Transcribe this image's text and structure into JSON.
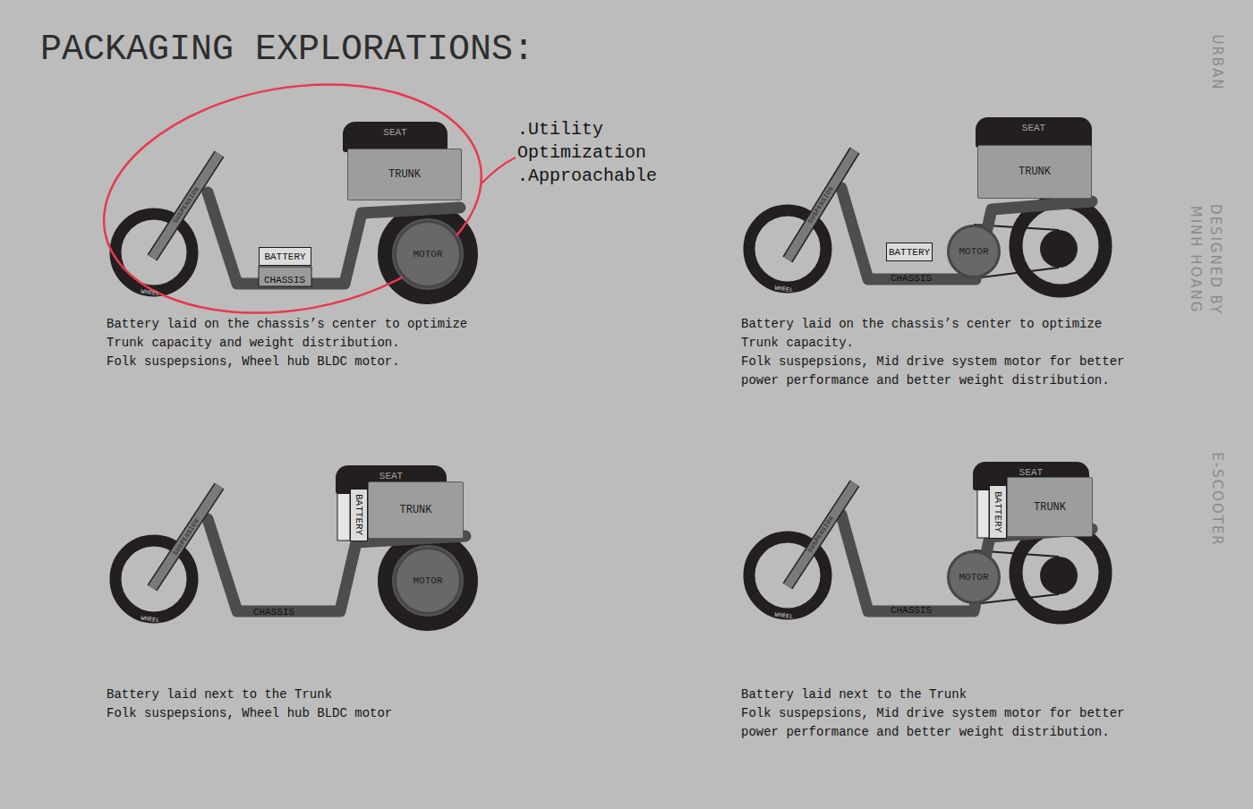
{
  "diagram": {
    "title": "PACKAGING EXPLORATIONS:",
    "nodes": [
      {
        "text": [
          "SEAT"
        ]
      },
      {
        "text": [
          "TRUNK"
        ]
      },
      {
        "text": [
          "BATTERY"
        ]
      },
      {
        "text": [
          "MOTOR"
        ]
      },
      {
        "text": [
          "SEAT"
        ]
      },
      {
        "text": [
          "TRUNK"
        ]
      },
      {
        "text": [
          "BATTERY"
        ]
      },
      {
        "text": [
          "MOTOR"
        ]
      },
      {
        "text": [
          "SEAT"
        ]
      },
      {
        "text": [
          "BATTERY"
        ]
      },
      {
        "text": [
          "TRUNK"
        ]
      },
      {
        "text": [
          "MOTOR"
        ]
      },
      {
        "text": [
          "SEAT"
        ]
      },
      {
        "text": [
          "BATTERY"
        ]
      },
      {
        "text": [
          "TRUNK"
        ]
      },
      {
        "text": [
          "MOTOR"
        ]
      }
    ],
    "labels": [
      ".Utility Optimization",
      ".Approachable",
      "URBAN",
      "DESIGNED BY MINH HOANG",
      "E-SCOOTER",
      "SUSPENSION",
      "WHEEL",
      "CHASSIS",
      "Battery laid on the chassis’s center to optimize Trunk capacity and weight distribution.",
      "Folk suspepsions, Wheel hub BLDC motor.",
      "SUSPENSION",
      "WHEEL",
      "CHASSIS",
      "Battery laid on the chassis’s center to optimize Trunk capacity.",
      "Folk suspepsions, Mid drive system motor for better power performance and better weight distribution.",
      "SUSPENSION",
      "WHEEL",
      "CHASSIS",
      "Battery laid next to the Trunk",
      "Folk suspepsions, Wheel hub BLDC motor",
      "SUSPENSION",
      "WHEEL",
      "CHASSIS",
      "Battery laid next to the Trunk",
      "Folk suspepsions, Mid drive system motor for better power performance and better weight distribution."
    ]
  }
}
